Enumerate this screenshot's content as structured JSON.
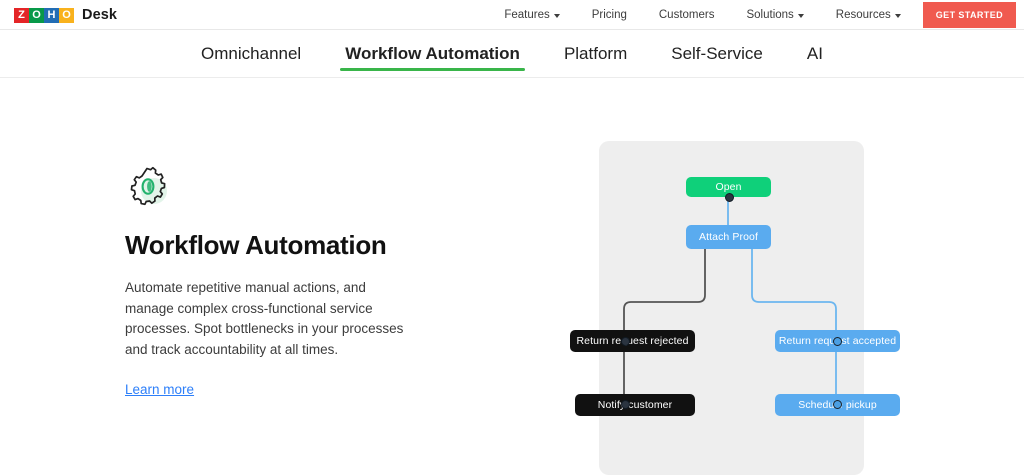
{
  "header": {
    "brand": {
      "logo_letters": [
        "Z",
        "O",
        "H",
        "O"
      ],
      "product": "Desk"
    },
    "nav": [
      {
        "label": "Features",
        "has_caret": true
      },
      {
        "label": "Pricing",
        "has_caret": false
      },
      {
        "label": "Customers",
        "has_caret": false
      },
      {
        "label": "Solutions",
        "has_caret": true
      },
      {
        "label": "Resources",
        "has_caret": true
      }
    ],
    "cta_label": "GET STARTED",
    "cta_color": "#f05a4f"
  },
  "tabs": [
    {
      "label": "Omnichannel",
      "active": false
    },
    {
      "label": "Workflow Automation",
      "active": true
    },
    {
      "label": "Platform",
      "active": false
    },
    {
      "label": "Self-Service",
      "active": false
    },
    {
      "label": "AI",
      "active": false
    }
  ],
  "tab_accent": "#39b54a",
  "feature": {
    "icon_name": "gear-icon",
    "title": "Workflow Automation",
    "description": "Automate repetitive manual actions, and manage complex cross-functional service processes. Spot bottlenecks in your processes and track accountability at all times.",
    "link_label": "Learn more",
    "link_color": "#2d7ff9"
  },
  "diagram": {
    "panel_color": "#eeeeee",
    "nodes": {
      "open": "Open",
      "attach_proof": "Attach Proof",
      "return_rejected": "Return request rejected",
      "notify_customer": "Notify customer",
      "return_accepted": "Return request accepted",
      "schedule_pickup": "Schedule pickup"
    },
    "colors": {
      "green": "#0fd07a",
      "blue": "#5aabef",
      "dark": "#111111",
      "edge_dark": "#555555",
      "edge_blue": "#6cb6ef"
    }
  }
}
